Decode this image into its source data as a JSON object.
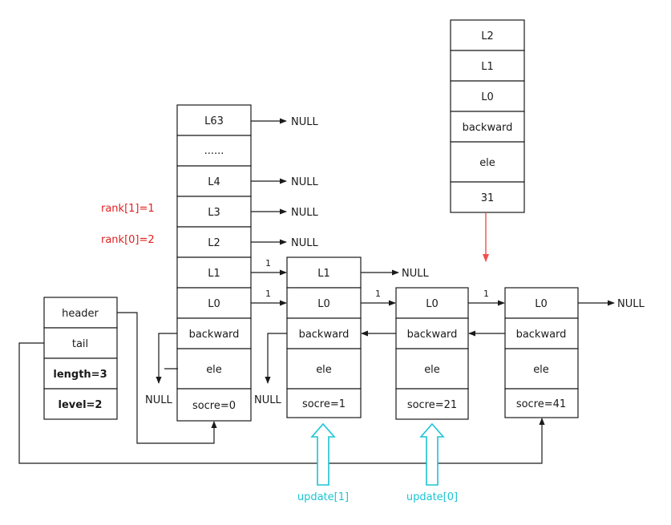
{
  "zset_struct": {
    "header": "header",
    "tail": "tail",
    "length": "length=3",
    "level": "level=2"
  },
  "header_node": {
    "levels": [
      "L63",
      "......",
      "L4",
      "L3",
      "L2",
      "L1",
      "L0"
    ],
    "backward": "backward",
    "ele": "ele",
    "score": "socre=0"
  },
  "node1": {
    "levels": [
      "L1",
      "L0"
    ],
    "backward": "backward",
    "ele": "ele",
    "score": "socre=1"
  },
  "node2": {
    "levels": [
      "L0"
    ],
    "backward": "backward",
    "ele": "ele",
    "score": "socre=21"
  },
  "node3": {
    "levels": [
      "L0"
    ],
    "backward": "backward",
    "ele": "ele",
    "score": "socre=41"
  },
  "new_node": {
    "levels": [
      "L2",
      "L1",
      "L0"
    ],
    "backward": "backward",
    "ele": "ele",
    "score": "31"
  },
  "null_label": "NULL",
  "span_label": "1",
  "rank1": "rank[1]=1",
  "rank0": "rank[0]=2",
  "update1": "update[1]",
  "update0": "update[0]",
  "colors": {
    "rank": "#e02020",
    "update": "#19c5d3",
    "insert_arrow": "#f05050"
  }
}
